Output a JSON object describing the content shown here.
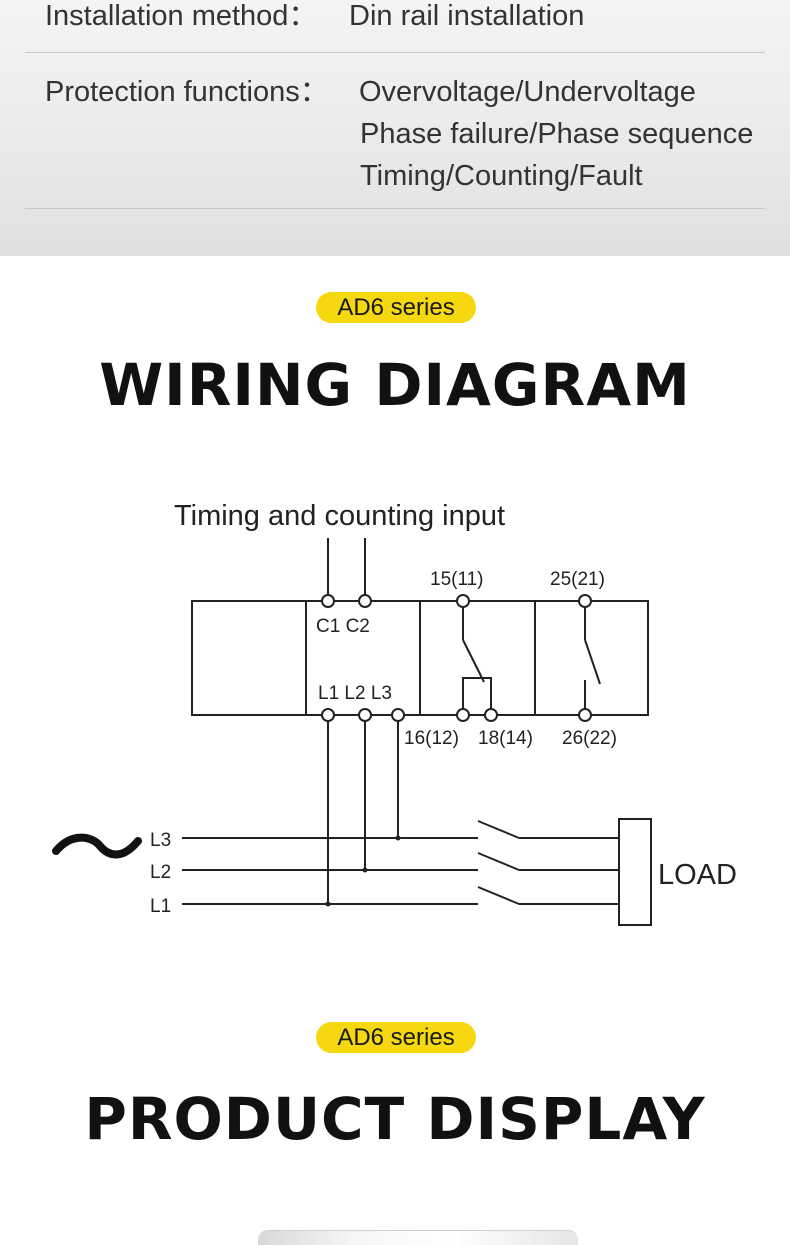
{
  "specs": {
    "installation_label": "Installation method：",
    "installation_value": "Din rail installation",
    "protection_label": "Protection functions：",
    "protection_values": [
      "Overvoltage/Undervoltage",
      "Phase failure/Phase sequence",
      "Timing/Counting/Fault"
    ]
  },
  "wiring_section": {
    "badge": "AD6 series",
    "title": "WIRING DIAGRAM"
  },
  "diagram": {
    "input_label": "Timing and counting input",
    "terminals_top": [
      "C1 C2",
      "15(11)",
      "25(21)"
    ],
    "terminals_bottom": [
      "L1 L2 L3",
      "16(12)",
      "18(14)",
      "26(22)"
    ],
    "phase_lines": [
      "L3",
      "L2",
      "L1"
    ],
    "load_label": "LOAD",
    "ac_symbol": "~"
  },
  "product_section": {
    "badge": "AD6 series",
    "title": "PRODUCT DISPLAY"
  }
}
